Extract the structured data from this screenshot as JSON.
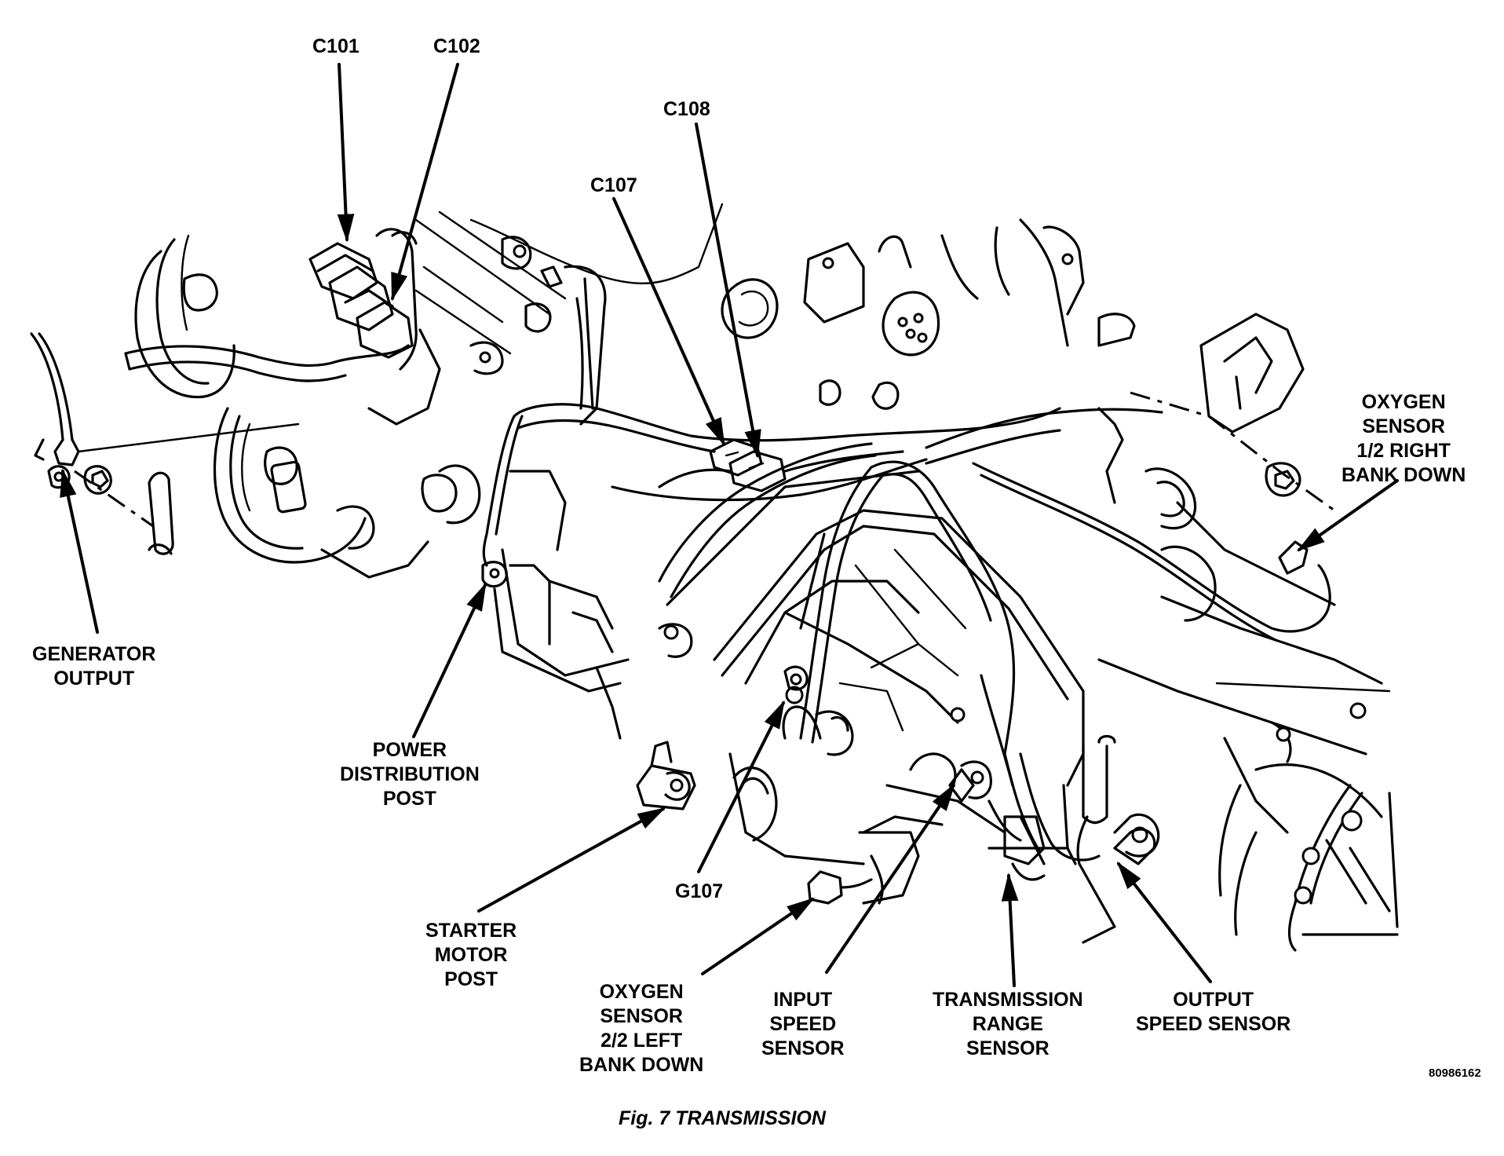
{
  "figure": {
    "caption": "Fig. 7 TRANSMISSION",
    "figure_id": "80986162",
    "style": {
      "ink_color": "#000000",
      "background": "#ffffff"
    }
  },
  "callouts": [
    {
      "id": "c101",
      "text": "C101"
    },
    {
      "id": "c102",
      "text": "C102"
    },
    {
      "id": "c107",
      "text": "C107"
    },
    {
      "id": "c108",
      "text": "C108"
    },
    {
      "id": "o2-right",
      "text": "OXYGEN\nSENSOR\n1/2 RIGHT\nBANK DOWN"
    },
    {
      "id": "generator-output",
      "text": "GENERATOR\nOUTPUT"
    },
    {
      "id": "power-distribution-post",
      "text": "POWER\nDISTRIBUTION\nPOST"
    },
    {
      "id": "starter-motor-post",
      "text": "STARTER\nMOTOR\nPOST"
    },
    {
      "id": "g107",
      "text": "G107"
    },
    {
      "id": "o2-left",
      "text": "OXYGEN\nSENSOR\n2/2 LEFT\nBANK DOWN"
    },
    {
      "id": "input-speed-sensor",
      "text": "INPUT\nSPEED\nSENSOR"
    },
    {
      "id": "transmission-range-sensor",
      "text": "TRANSMISSION\nRANGE\nSENSOR"
    },
    {
      "id": "output-speed-sensor",
      "text": "OUTPUT\nSPEED SENSOR"
    }
  ]
}
